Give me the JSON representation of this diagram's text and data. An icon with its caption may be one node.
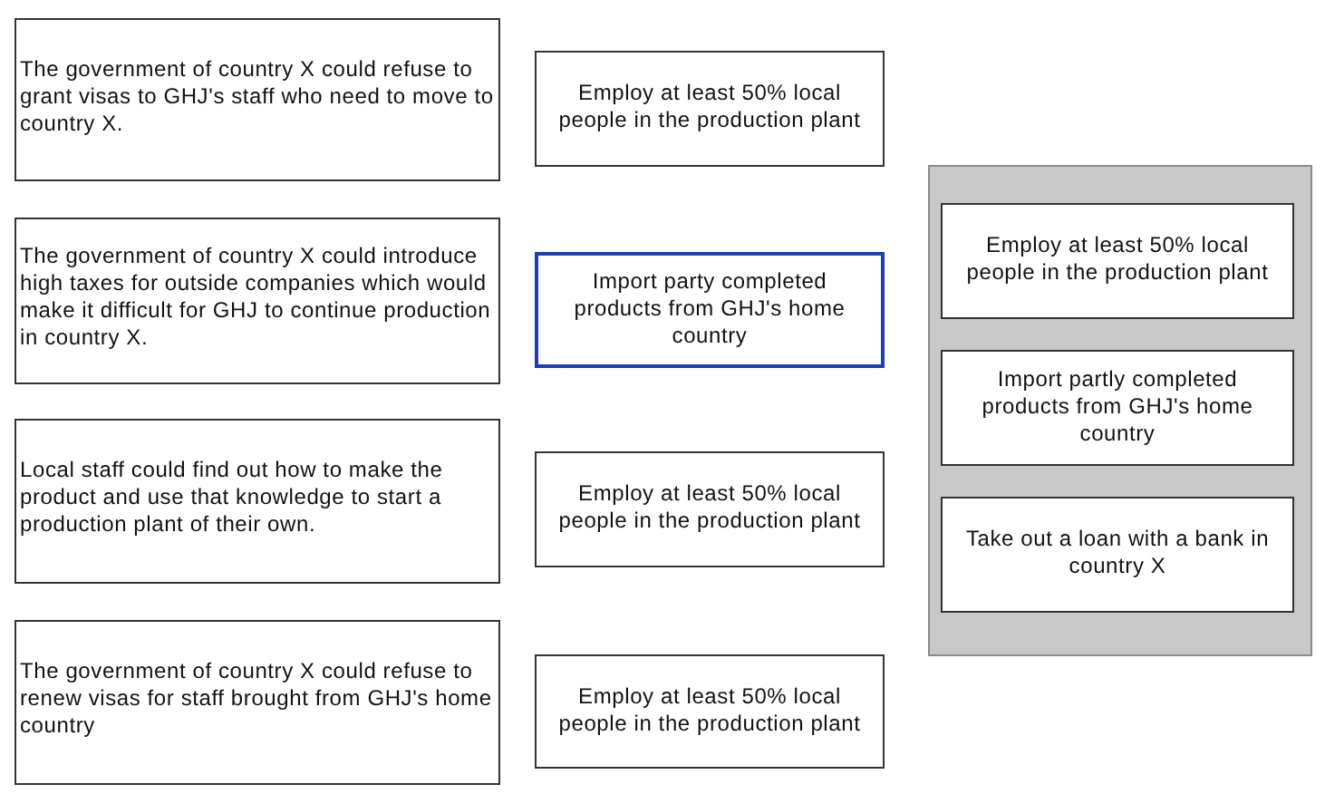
{
  "diagram": {
    "nodes": [
      {
        "text": [
          "The government of country X could refuse to grant visas to GHJ's staff who need to move to country X."
        ]
      },
      {
        "text": [
          "The government of country X could introduce high taxes for outside companies which would make it difficult for GHJ to continue production in country X."
        ]
      },
      {
        "text": [
          "Local staff could find out how to make the product and use that knowledge to start a production plant of their own."
        ]
      },
      {
        "text": [
          "The government of country X could refuse to renew visas for staff brought from GHJ's home country"
        ]
      },
      {
        "text": [
          "Employ at least 50% local people in the production plant"
        ]
      },
      {
        "text": [
          "Import party completed products from GHJ's home country"
        ]
      },
      {
        "text": [
          "Employ at least 50% local people in the production plant"
        ]
      },
      {
        "text": [
          "Employ at least 50% local people in the production plant"
        ]
      },
      {
        "text": [],
        "shape": "box"
      },
      {
        "text": [
          "Employ at least 50% local people in the production plant"
        ],
        "in": 8
      },
      {
        "text": [
          "Import partly completed products from GHJ's home country"
        ],
        "in": 8
      },
      {
        "text": [
          "Take out a loan with a bank in country X"
        ],
        "in": 8
      }
    ]
  }
}
